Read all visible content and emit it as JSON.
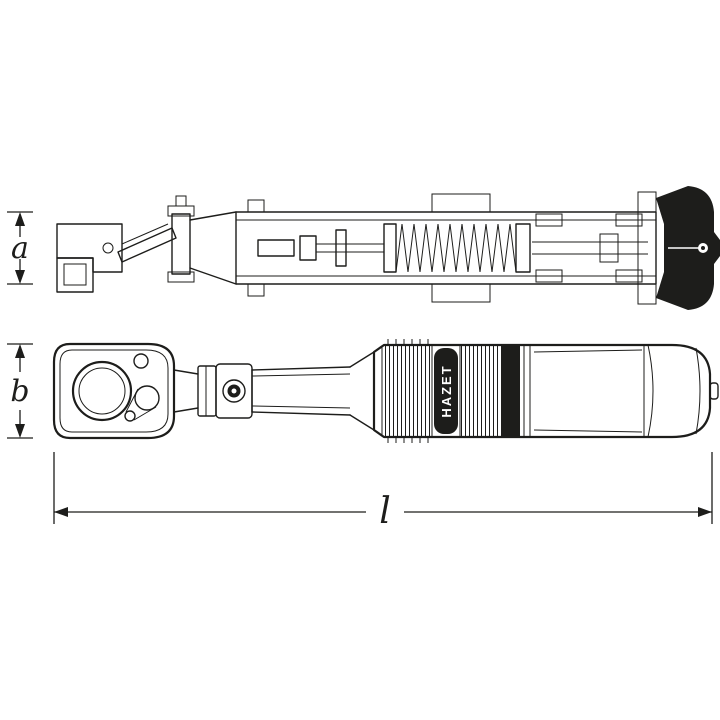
{
  "diagram": {
    "brand": "HAZET",
    "labels": {
      "dim_a": "a",
      "dim_b": "b",
      "dim_l": "l"
    },
    "colors": {
      "line": "#1d1d1b",
      "fill_dark": "#1d1d1b",
      "background": "#ffffff"
    }
  }
}
